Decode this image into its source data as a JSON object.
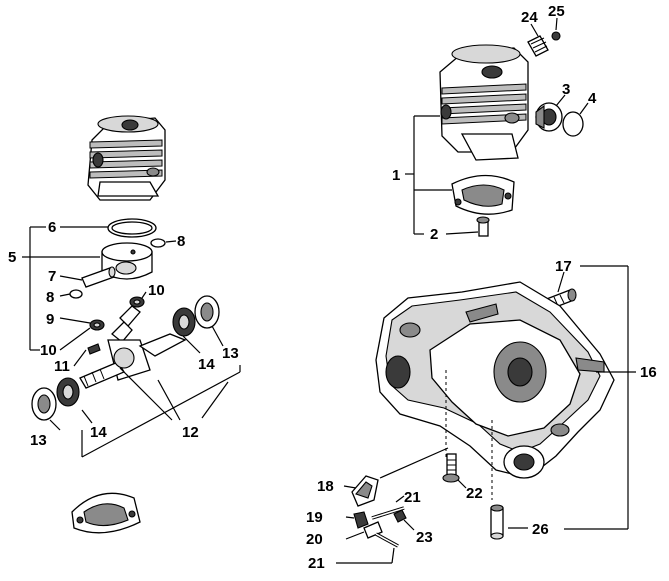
{
  "callouts": {
    "left": {
      "c6": "6",
      "c8a": "8",
      "c5": "5",
      "c7": "7",
      "c8b": "8",
      "c10a": "10",
      "c9": "9",
      "c10b": "10",
      "c11": "11",
      "c13a": "13",
      "c14a": "14",
      "c13b": "13",
      "c14b": "14",
      "c12": "12"
    },
    "right": {
      "c24": "24",
      "c25": "25",
      "c3": "3",
      "c4": "4",
      "c1": "1",
      "c2": "2",
      "c17": "17",
      "c16": "16",
      "c18": "18",
      "c22": "22",
      "c21a": "21",
      "c19": "19",
      "c23": "23",
      "c20": "20",
      "c21b": "21",
      "c26": "26"
    }
  }
}
